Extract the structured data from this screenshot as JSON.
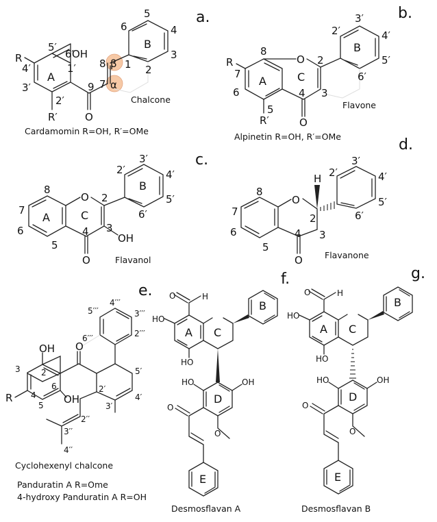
{
  "figure": {
    "panels": {
      "a": {
        "letter": "a.",
        "compound_class": "Chalcone",
        "example": "Cardamomin R=OH, R′=OMe",
        "rings": [
          "A",
          "B"
        ],
        "substituents": {
          "R": "R",
          "R_prime": "R′",
          "oh": "OH",
          "carbonyl_o": "O"
        },
        "greek": {
          "alpha": "α",
          "beta": "β"
        },
        "highlight_color": "#f6c9a6",
        "atom_numbers": {
          "ringA": [
            "1′",
            "2′",
            "3′",
            "4′",
            "5′",
            "6′"
          ],
          "ringB": [
            "1",
            "2",
            "3",
            "4",
            "5",
            "6"
          ],
          "chain": [
            "7",
            "8",
            "9"
          ]
        }
      },
      "b": {
        "letter": "b.",
        "compound_class": "Flavone",
        "example": "Alpinetin R=OH, R′=OMe",
        "rings": [
          "A",
          "B",
          "C"
        ],
        "substituents": {
          "R": "R",
          "R_prime": "R′",
          "ring_o": "O",
          "carbonyl_o": "O"
        },
        "atom_numbers": {
          "ringAC": [
            "2",
            "3",
            "4",
            "5",
            "6",
            "7",
            "8"
          ],
          "ringB": [
            "2′",
            "3′",
            "4′",
            "5′",
            "6′"
          ]
        }
      },
      "c": {
        "letter": "c.",
        "compound_class": "Flavanol",
        "rings": [
          "A",
          "B",
          "C"
        ],
        "substituents": {
          "ring_o": "O",
          "carbonyl_o": "O",
          "oh": "OH"
        },
        "atom_numbers": {
          "ringAC": [
            "2",
            "3",
            "4",
            "5",
            "6",
            "7",
            "8"
          ],
          "ringB": [
            "2′",
            "3′",
            "4′",
            "5′",
            "6′"
          ]
        }
      },
      "d": {
        "letter": "d.",
        "compound_class": "Flavanone",
        "substituents": {
          "ring_o": "O",
          "carbonyl_o": "O",
          "h": "H"
        },
        "atom_numbers": {
          "ringAC": [
            "2",
            "3",
            "4",
            "5",
            "6",
            "7",
            "8"
          ],
          "ringB": [
            "2′",
            "3′",
            "4′",
            "5′",
            "6′"
          ]
        }
      },
      "e": {
        "letter": "e.",
        "compound_class": "Cyclohexenyl chalcone",
        "examples": [
          "Panduratin A R=Ome",
          "4-hydroxy Panduratin A R=OH"
        ],
        "substituents": {
          "R": "R",
          "oh1": "OH",
          "oh2": "OH",
          "carbonyl_o": "O"
        },
        "atom_numbers": {
          "ringA": [
            "2",
            "3",
            "4",
            "5",
            "6"
          ],
          "cyclohexenyl": [
            "2′",
            "3′",
            "4′",
            "5′"
          ],
          "prenyl": [
            "2′′",
            "3′′",
            "4′′"
          ],
          "phenyl": [
            "2′′′",
            "3′′′",
            "4′′′",
            "5′′′",
            "6′′′"
          ]
        }
      },
      "f": {
        "letter": "f.",
        "compound_name": "Desmosflavan A",
        "rings": [
          "A",
          "B",
          "C",
          "D",
          "E"
        ],
        "substituents": {
          "ald_o": "O",
          "ald_h": "H",
          "ho7": "HO",
          "ho5": "HO",
          "hoD1": "HO",
          "ohD2": "OH",
          "ketone_o": "O",
          "methoxy_o": "O"
        }
      },
      "g": {
        "letter": "g.",
        "compound_name": "Desmosflavan B",
        "rings": [
          "A",
          "B",
          "C",
          "D",
          "E"
        ],
        "substituents": {
          "ald_o": "O",
          "ald_h": "H",
          "ho7": "HO",
          "ho5": "HO",
          "hoD1": "HO",
          "ohD2": "OH",
          "ketone_o": "O",
          "methoxy_o": "O"
        }
      }
    }
  }
}
